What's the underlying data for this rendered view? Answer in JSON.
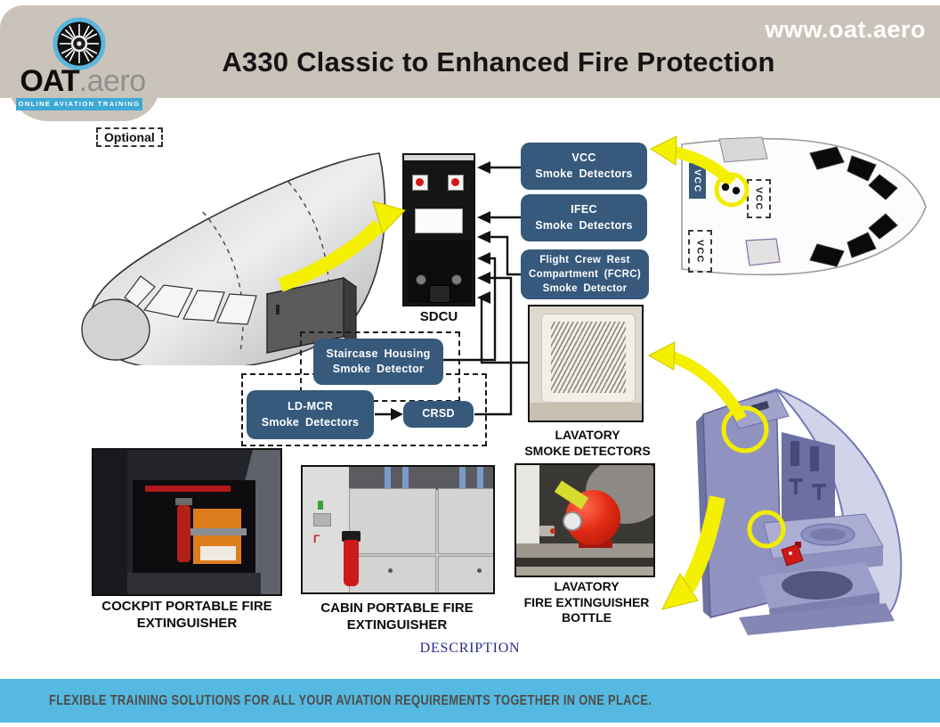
{
  "colors": {
    "header_beige": "#cac3ba",
    "box_blue": "#36597c",
    "footer_blue": "#55b9e2",
    "logo_blue": "#3fa9d6",
    "accent_yellow": "#f5ef00",
    "link_navy": "#2b2b8a"
  },
  "header": {
    "website": "www.oat.aero",
    "title": "A330 Classic to Enhanced Fire Protection",
    "logo": {
      "brand": "OAT",
      "suffix": ".aero",
      "tagline": "ONLINE AVIATION TRAINING"
    }
  },
  "diagram": {
    "optional_label": "Optional",
    "sdcu_caption": "SDCU",
    "detector_boxes": [
      {
        "id": "vcc",
        "label": "VCC\nSmoke Detectors"
      },
      {
        "id": "ifec",
        "label": "IFEC\nSmoke Detectors"
      },
      {
        "id": "fcrc",
        "label": "Flight Crew Rest\nCompartment (FCRC)\nSmoke Detector"
      },
      {
        "id": "staircase",
        "label": "Staircase Housing\nSmoke Detector"
      },
      {
        "id": "ldmcr",
        "label": "LD-MCR\nSmoke Detectors"
      },
      {
        "id": "crsd",
        "label": "CRSD"
      }
    ],
    "nose_markers": [
      {
        "label": "VCC",
        "style": "solid"
      },
      {
        "label": "VCC",
        "style": "dashed"
      },
      {
        "label": "VCC",
        "style": "dashed"
      }
    ],
    "captions": {
      "lavatory_detector": "LAVATORY\nSMOKE DETECTORS",
      "cockpit_extinguisher": "COCKPIT PORTABLE FIRE\nEXTINGUISHER",
      "cabin_extinguisher": "CABIN PORTABLE FIRE\nEXTINGUISHER",
      "lavatory_bottle": "LAVATORY\nFIRE EXTINGUISHER\nBOTTLE"
    }
  },
  "nav": {
    "description": "DESCRIPTION"
  },
  "footer": {
    "tagline": "FLEXIBLE TRAINING SOLUTIONS FOR ALL YOUR AVIATION REQUIREMENTS TOGETHER IN ONE PLACE."
  }
}
